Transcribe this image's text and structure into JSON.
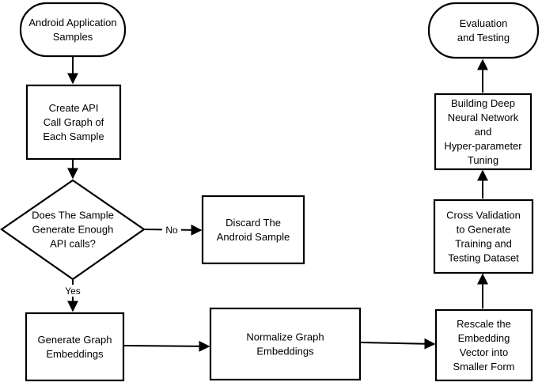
{
  "nodes": {
    "start": {
      "lines": [
        "Android Application",
        "Samples"
      ]
    },
    "create_graph": {
      "lines": [
        "Create API",
        "Call Graph of",
        "Each Sample"
      ]
    },
    "decision": {
      "lines": [
        "Does The Sample",
        "Generate Enough",
        "API calls?"
      ]
    },
    "discard": {
      "lines": [
        "Discard The",
        "Android Sample"
      ]
    },
    "generate_embeddings": {
      "lines": [
        "Generate Graph",
        "Embeddings"
      ]
    },
    "normalize": {
      "lines": [
        "Normalize Graph",
        "Embeddings"
      ]
    },
    "rescale": {
      "lines": [
        "Rescale the",
        "Embedding",
        "Vector into",
        "Smaller Form"
      ]
    },
    "cross_validation": {
      "lines": [
        "Cross Validation",
        "to Generate",
        "Training and",
        "Testing Dataset"
      ]
    },
    "build_dnn": {
      "lines": [
        "Building Deep",
        "Neural Network",
        "and",
        "Hyper-parameter",
        "Tuning"
      ]
    },
    "evaluation": {
      "lines": [
        "Evaluation",
        "and  Testing"
      ]
    }
  },
  "edges": {
    "no_label": "No",
    "yes_label": "Yes"
  }
}
